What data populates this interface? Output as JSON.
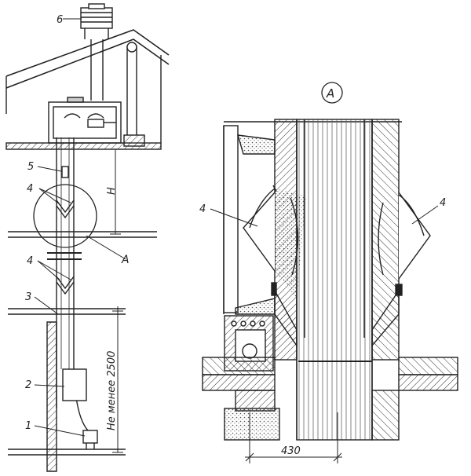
{
  "labels": {
    "l1": "1",
    "l2": "2",
    "l3": "3",
    "l4a": "4",
    "l4b": "4",
    "l5": "5",
    "l6": "6",
    "detailRef": "A",
    "detailLeft4": "4",
    "detailRight4": "4",
    "detailCircle": "A"
  },
  "dimensions": {
    "H": "H",
    "minHeight": "Не менее 2500",
    "width": "430"
  }
}
